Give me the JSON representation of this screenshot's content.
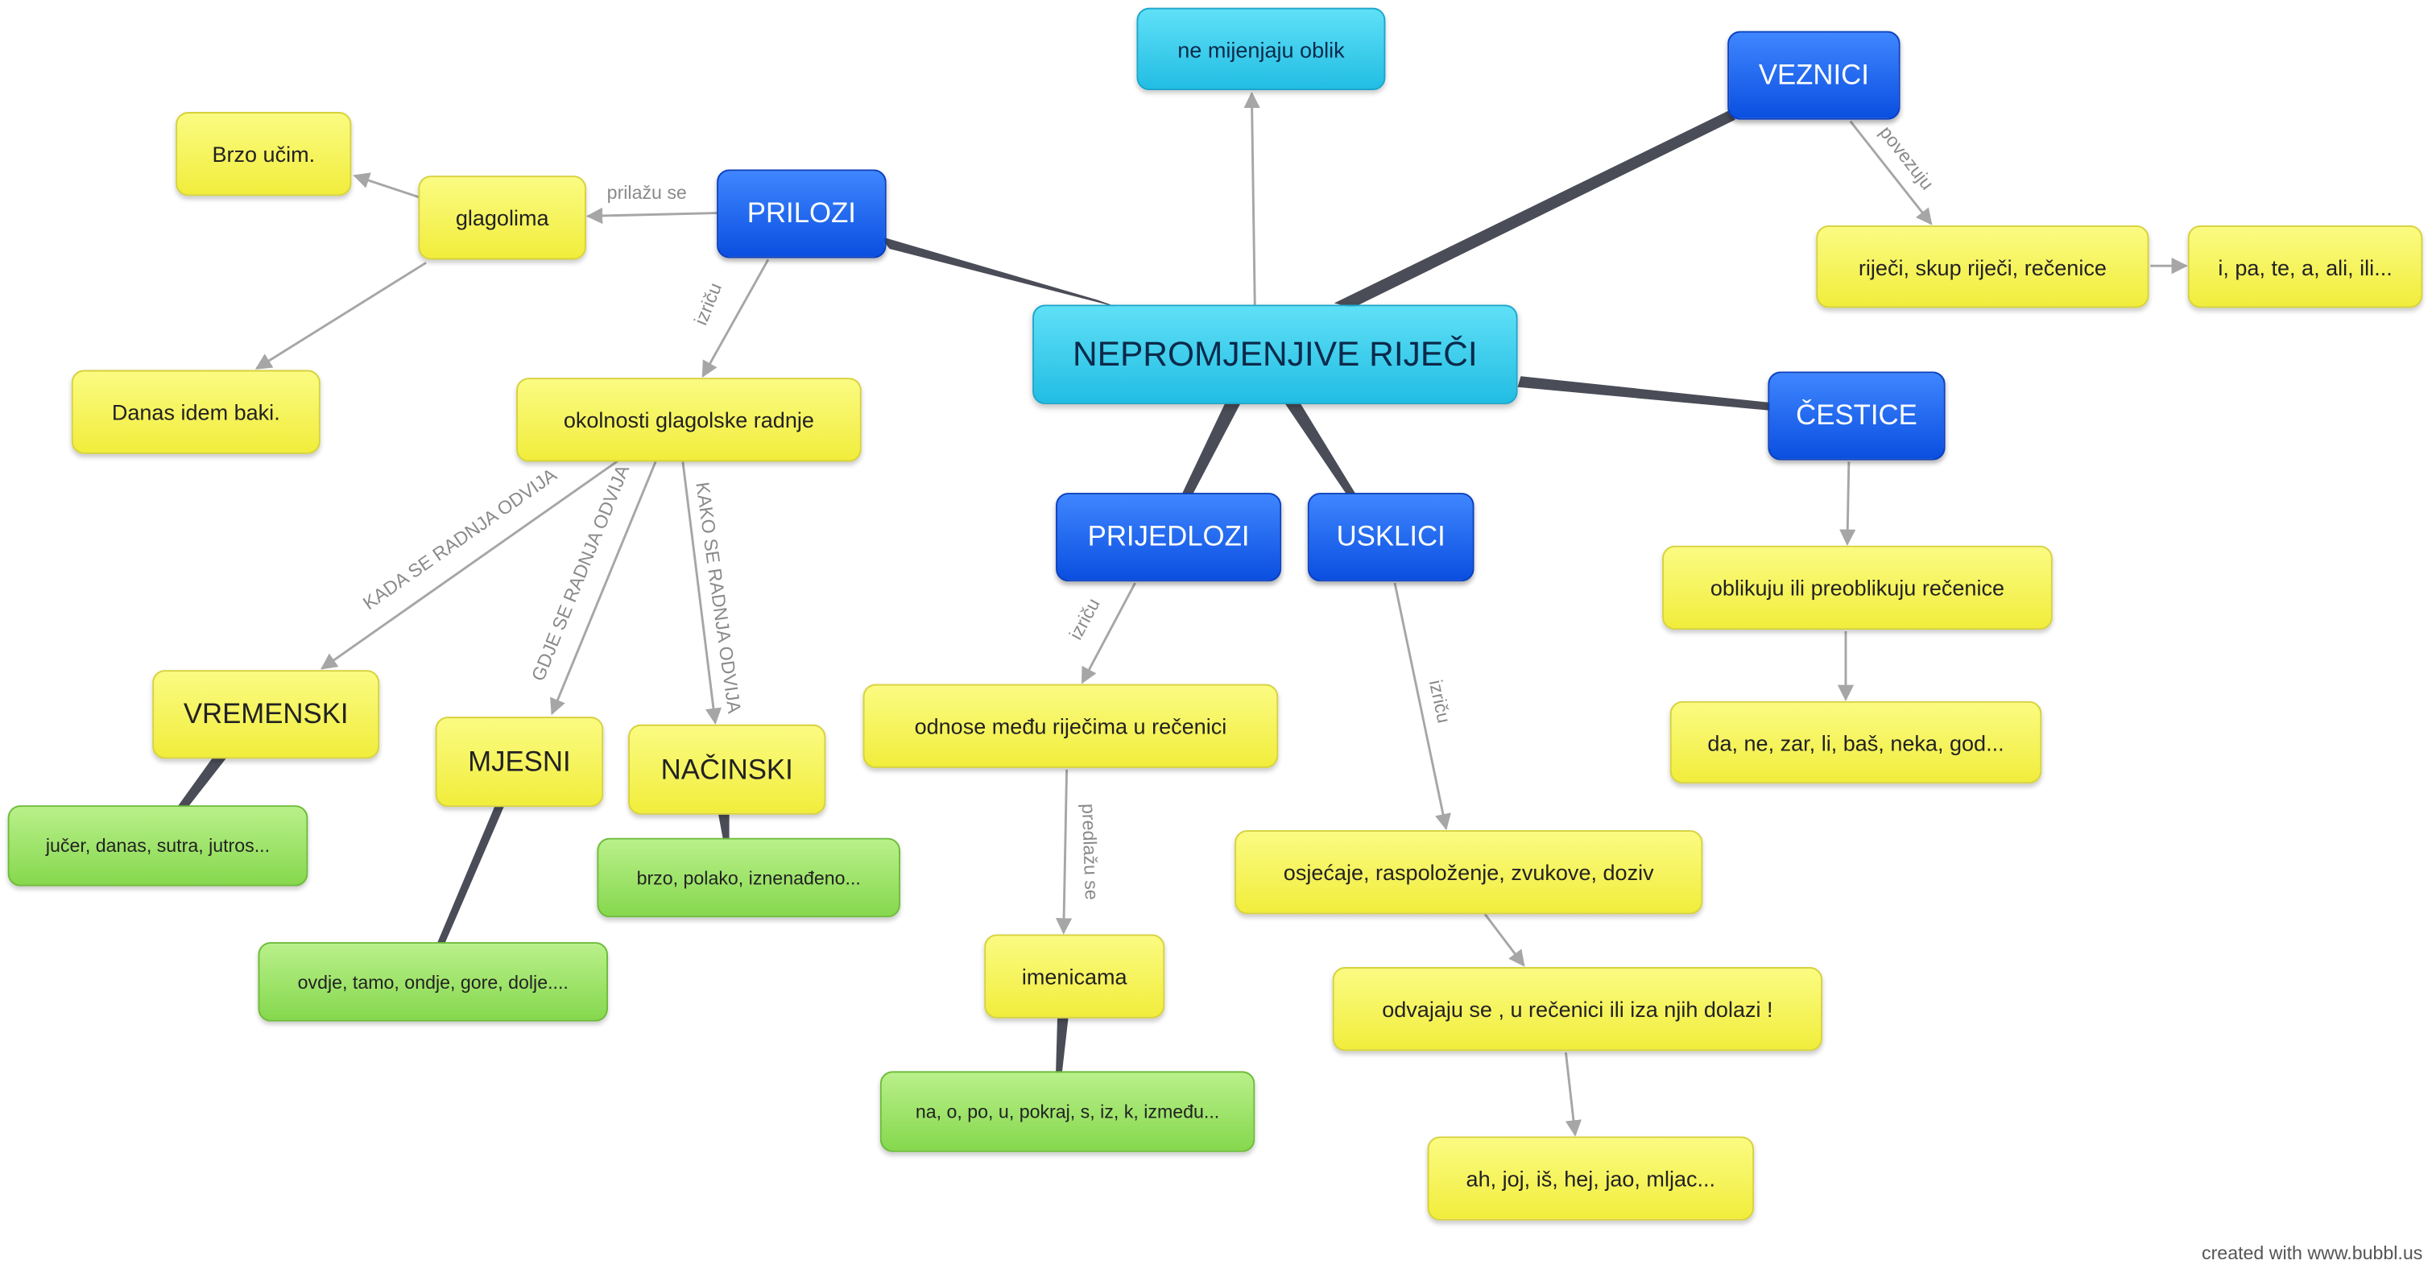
{
  "map": {
    "central": "NEPROMJENJIVE RIJEČI",
    "unchanging": "ne mijenjaju oblik",
    "prilozi": {
      "title": "PRILOZI",
      "edge_attach": "prilažu se",
      "glagolima": "glagolima",
      "example1": "Brzo učim.",
      "example2": "Danas idem baki.",
      "edge_express": "izriču",
      "circumstances": "okolnosti glagolske radnje",
      "edge_when": "KADA SE RADNJA ODVIJA",
      "edge_where": "GDJE SE RADNJA ODVIJA",
      "edge_how": "KAKO SE RADNJA ODVIJA",
      "temporal": "VREMENSKI",
      "temporal_examples": "jučer, danas, sutra, jutros...",
      "spatial": "MJESNI",
      "spatial_examples": "ovdje, tamo, ondje, gore, dolje....",
      "manner": "NAČINSKI",
      "manner_examples": "brzo, polako, iznenađeno..."
    },
    "prijedlozi": {
      "title": "PRIJEDLOZI",
      "edge_express": "izriču",
      "relations": "odnose među riječima u rečenici",
      "edge_precede": "predlažu se",
      "nouns": "imenicama",
      "examples": "na, o, po, u, pokraj, s, iz, k, između..."
    },
    "usklici": {
      "title": "USKLICI",
      "edge_express": "izriču",
      "expresses": "osjećaje, raspoloženje, zvukove, doziv",
      "separated": "odvajaju se , u rečenici ili iza njih dolazi !",
      "examples": "ah, joj, iš, hej, jao, mljac..."
    },
    "veznici": {
      "title": "VEZNICI",
      "edge_connect": "povezuju",
      "connects": "riječi, skup riječi, rečenice",
      "examples": "i, pa, te, a, ali, ili..."
    },
    "cestice": {
      "title": "ČESTICE",
      "shapes": "oblikuju ili preoblikuju rečenice",
      "examples": "da, ne, zar, li, baš, neka, god..."
    }
  },
  "credit": "created with www.bubbl.us",
  "colors": {
    "central": "#22bde3",
    "category": "#0a4fe0",
    "concept": "#f1ed3c",
    "example": "#86d84e",
    "thick_link": "#4a4d57",
    "arrow": "#a6a6a6"
  }
}
